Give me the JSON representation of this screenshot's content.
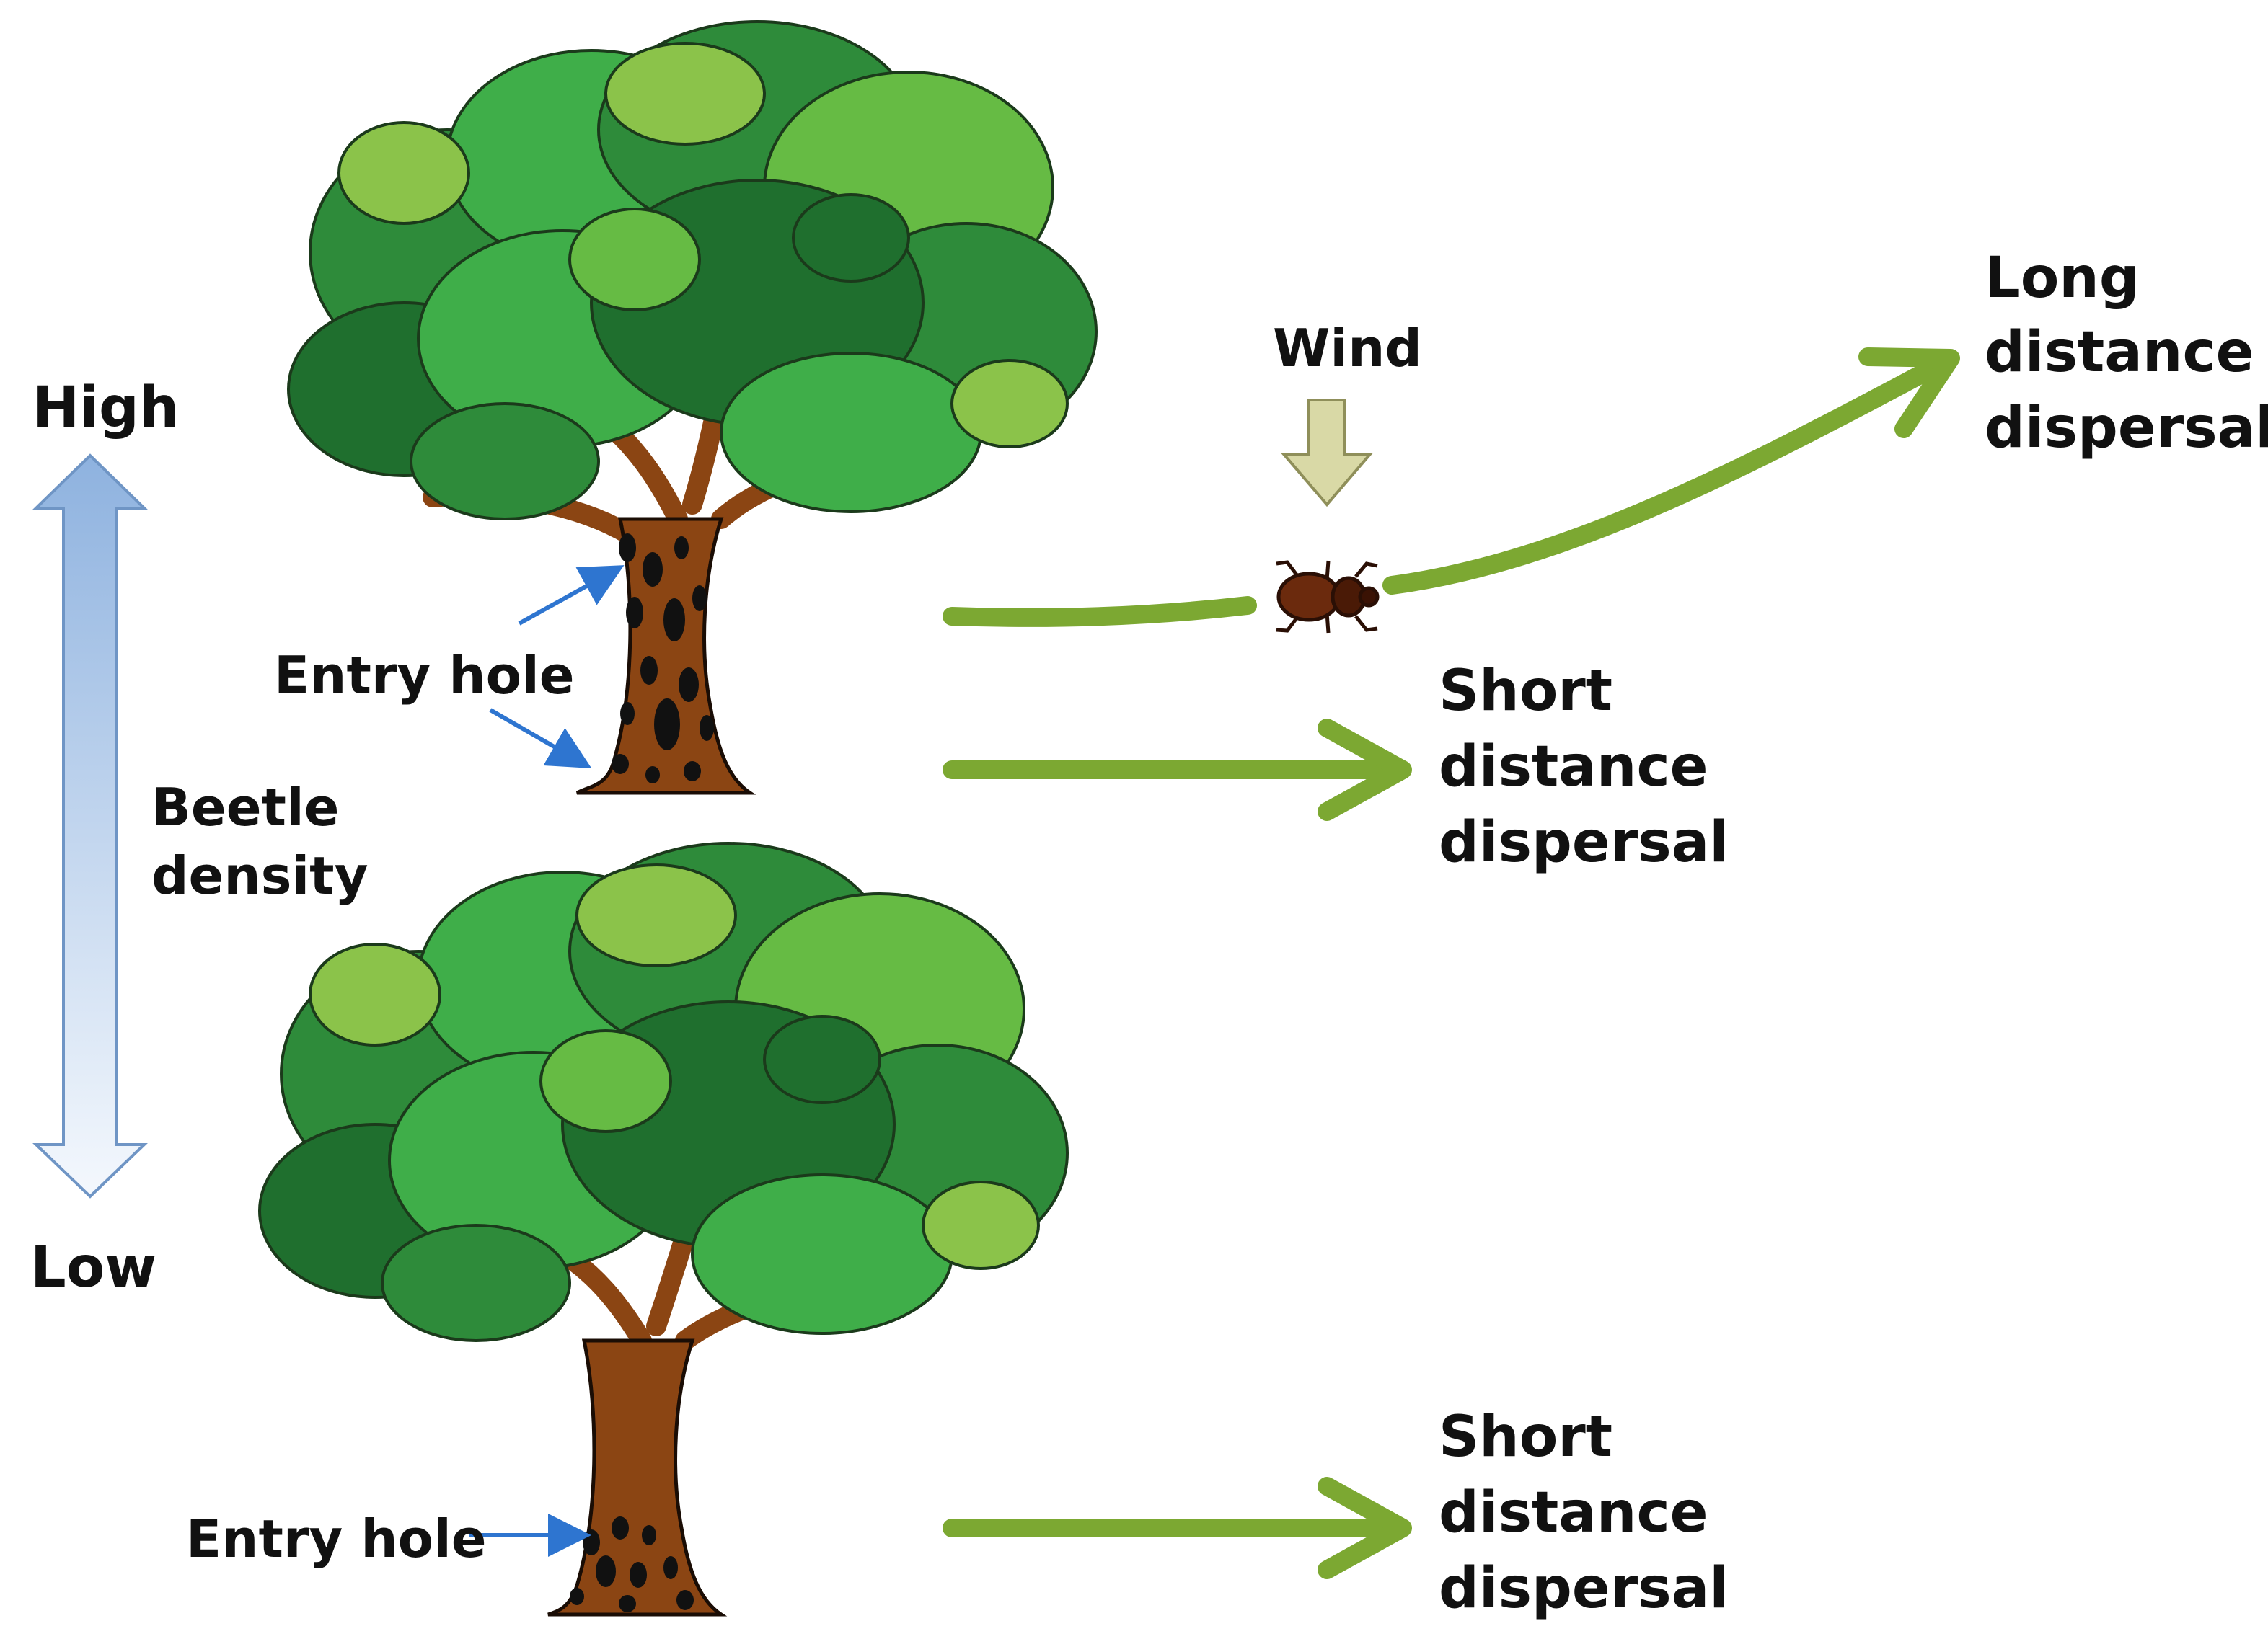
{
  "density_scale": {
    "high_label": "High",
    "low_label": "Low",
    "title_lines": [
      "Beetle",
      "density"
    ]
  },
  "labels": {
    "wind": "Wind",
    "entry_hole": "Entry hole",
    "long_dispersal": [
      "Long",
      "distance",
      "dispersal"
    ],
    "short_dispersal": [
      "Short",
      "distance",
      "dispersal"
    ]
  },
  "colors": {
    "dispersal_arrow": "#7CA832",
    "wind_arrow": "#D9D9A6",
    "trunk": "#8B4513",
    "scale_arrow_top": "#8EB2DF",
    "scale_arrow_bottom": "#F4F8FD",
    "pointer_arrow": "#2E75D0",
    "beetle": "#6B2A0D"
  },
  "icons": [
    "tree-high-density",
    "tree-low-density",
    "beetle-icon",
    "wind-arrow",
    "density-double-arrow"
  ]
}
